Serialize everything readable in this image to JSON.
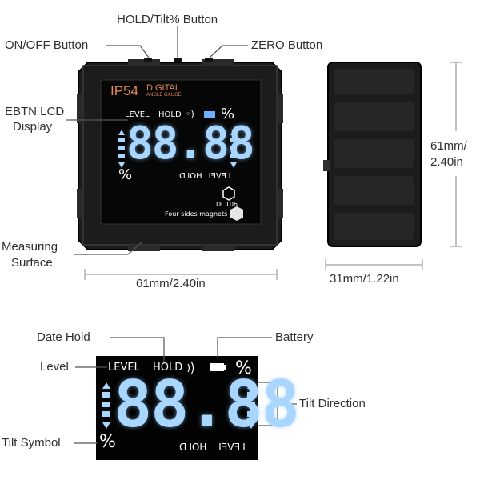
{
  "top": {
    "callouts": {
      "hold_tilt_button": "HOLD/Tilt% Button",
      "on_off_button": "ON/OFF Button",
      "zero_button": "ZERO Button",
      "lcd_display_line1": "EBTN LCD",
      "lcd_display_line2": "Display",
      "measuring_surface_line1": "Measuring",
      "measuring_surface_line2": "Surface"
    },
    "device": {
      "brand_ip": "IP54",
      "brand_digital": "DIGITAL",
      "brand_sub": "ANGLE GAUGE",
      "lcd_level": "LEVEL",
      "lcd_hold": "HOLD",
      "lcd_percent": "%",
      "lcd_digits": "88.88",
      "lcd_percent_bottom": "%",
      "lcd_hold_mirrored": "HOLD",
      "lcd_level_mirrored": "LEVEL",
      "model": "DC106",
      "magnets": "Four sides magnets"
    },
    "dimensions": {
      "width": "61mm/2.40in",
      "height_line1": "61mm/",
      "height_line2": "2.40in",
      "depth": "31mm/1.22in"
    }
  },
  "bottom": {
    "callouts": {
      "date_hold": "Date Hold",
      "battery": "Battery",
      "level": "Level",
      "tilt_direction": "Tilt Direction",
      "tilt_symbol": "Tilt Symbol"
    },
    "lcd": {
      "level": "LEVEL",
      "hold": "HOLD",
      "percent_top": "%",
      "digits": "88.88",
      "percent_bottom": "%",
      "hold_mirrored": "HOLD",
      "level_mirrored": "LEVEL"
    }
  },
  "colors": {
    "digit_blue": "#a9d6ff",
    "device_body": "#1b1b1b",
    "lcd_bg": "#050505",
    "brand_orange": "#e08a5a",
    "line_gray": "#8a8a8a"
  }
}
